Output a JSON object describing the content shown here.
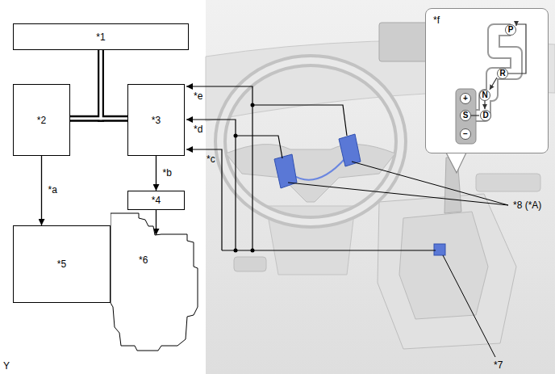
{
  "diagram": {
    "nodes": [
      {
        "text": [
          "*1"
        ]
      },
      {
        "text": [
          "*2"
        ]
      },
      {
        "text": [
          "*3"
        ]
      },
      {
        "text": [
          "*4"
        ]
      },
      {
        "text": [
          "*5"
        ]
      },
      {
        "text": [
          "*6"
        ]
      },
      {
        "text": [
          "*f"
        ]
      }
    ],
    "edges": [
      {
        "from": 0,
        "to": 1,
        "arrow": "none"
      },
      {
        "from": 0,
        "to": 2,
        "arrow": "none"
      },
      {
        "from": 1,
        "to": 4,
        "arrow": "to",
        "label": "*a"
      },
      {
        "from": 2,
        "to": 3,
        "arrow": "to",
        "label": "*b"
      },
      {
        "from": 3,
        "to": 5,
        "arrow": "to"
      }
    ],
    "labels": [
      "*e",
      "*d",
      "*c",
      "*8 (*A)",
      "*7",
      "P",
      "R",
      "N",
      "D",
      "S",
      "+",
      "−",
      "Y"
    ]
  }
}
